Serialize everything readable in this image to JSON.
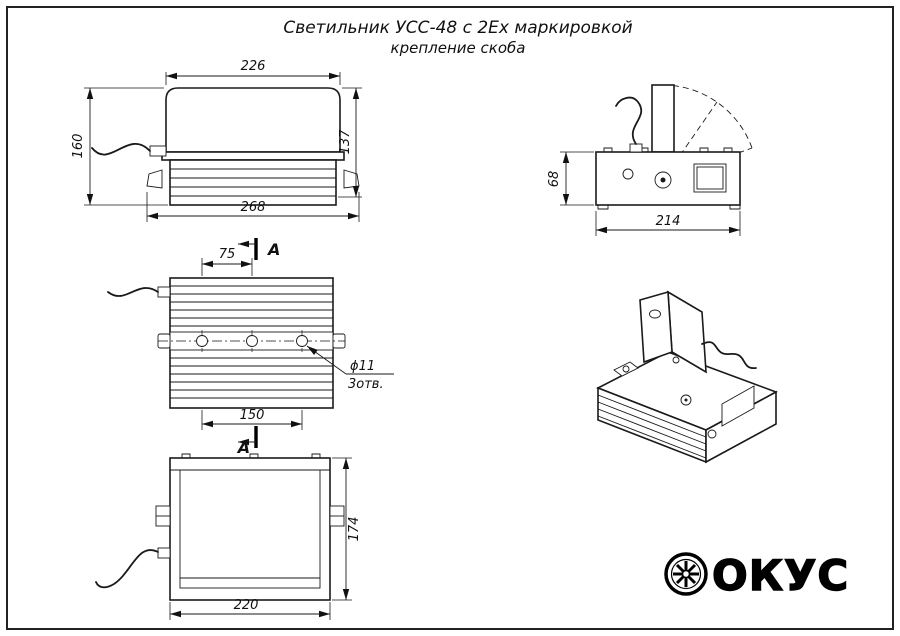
{
  "title": {
    "line1": "Светильник УСС-48 с 2Ех маркировкой",
    "line2": "крепление скоба"
  },
  "front_view": {
    "dim_top": "226",
    "dim_bottom": "268",
    "dim_left": "160",
    "dim_right": "137"
  },
  "side_view": {
    "dim_left": "68",
    "dim_bottom": "214"
  },
  "bottom_view": {
    "dim_top": "75",
    "dim_bottom": "150",
    "hole_diameter": "ϕ11",
    "hole_count": "3отв.",
    "section_letter": "A"
  },
  "section_view": {
    "dim_bottom": "220",
    "dim_right": "174"
  },
  "logo": {
    "text": "ОКУС"
  },
  "colors": {
    "line": "#1a1a1a",
    "background": "#ffffff"
  }
}
